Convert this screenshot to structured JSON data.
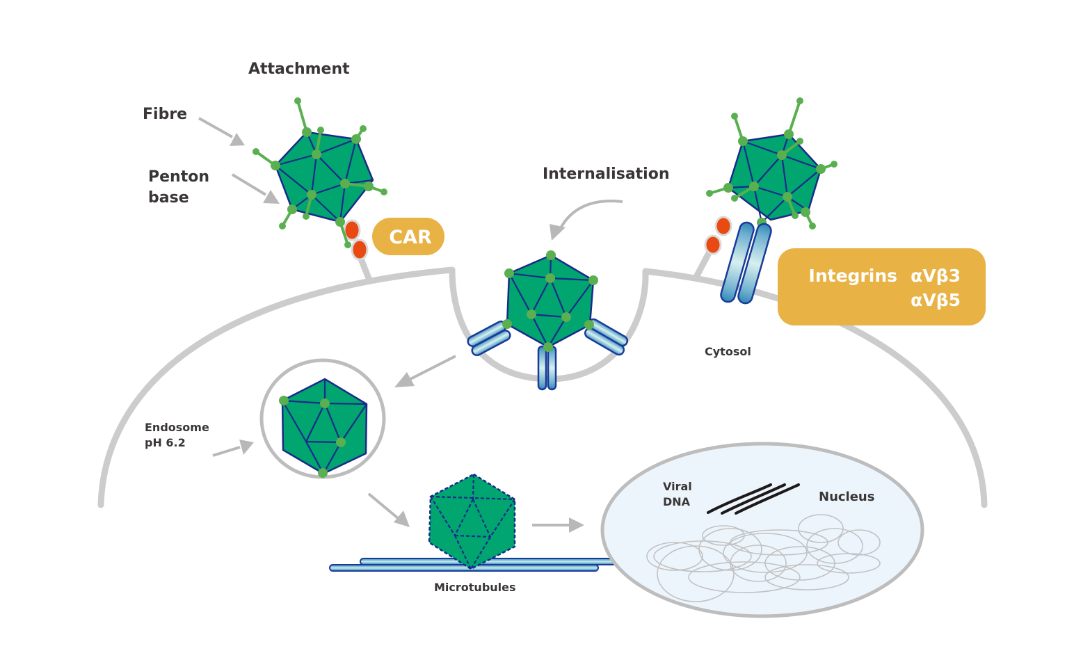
{
  "diagram": {
    "title": "Adenovirus cell entry",
    "stages": {
      "attachment": "Attachment",
      "internalisation": "Internalisation"
    },
    "labels": {
      "fibre": "Fibre",
      "penton_line1": "Penton",
      "penton_line2": "base",
      "car": "CAR",
      "integrins_word": "Integrins",
      "integrin_1": "αVβ3",
      "integrin_2": "αVβ5",
      "cytosol": "Cytosol",
      "endosome_line1": "Endosome",
      "endosome_line2": "pH 6.2",
      "microtubules": "Microtubules",
      "viral_dna_line1": "Viral",
      "viral_dna_line2": "DNA",
      "nucleus": "Nucleus"
    },
    "colors": {
      "capsid": "#00a56f",
      "capsid_edge": "#1a2a8a",
      "vertex": "#5aaf50",
      "car_receptor": "#e84a12",
      "badge": "#e8b245",
      "membrane": "#cccccc",
      "arrow": "#b8b8b8",
      "nucleus_fill": "#edf5fc"
    }
  }
}
